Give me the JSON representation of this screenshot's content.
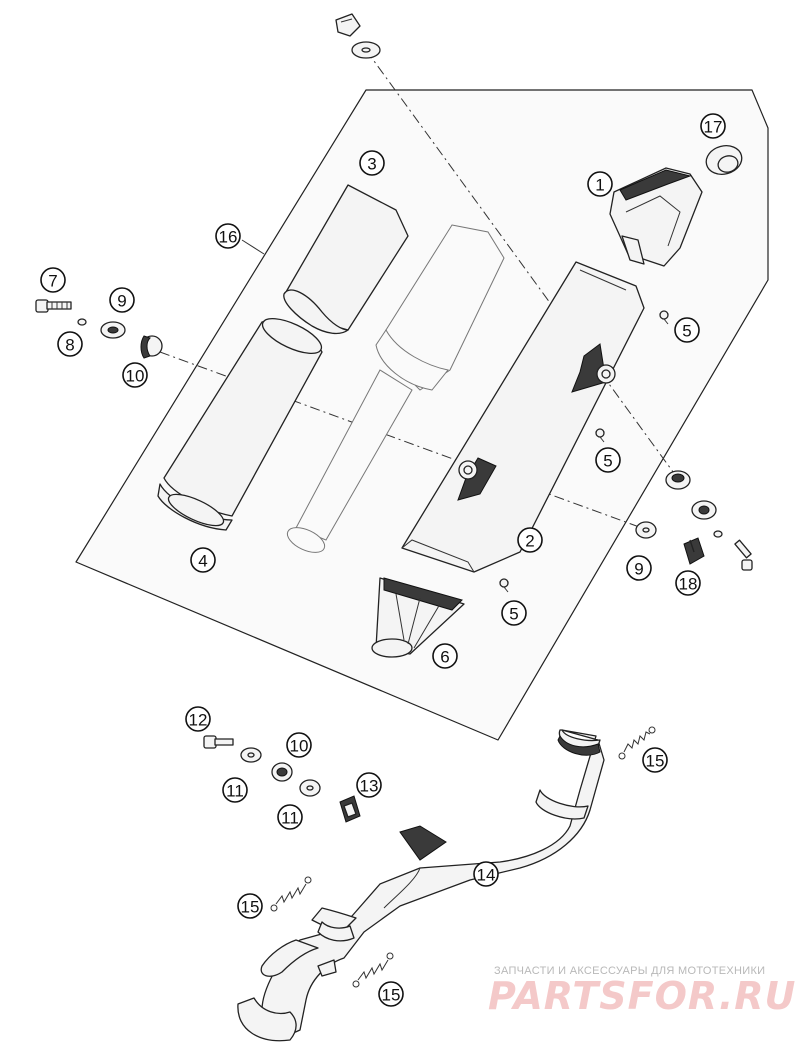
{
  "diagram": {
    "callouts": [
      {
        "id": "c1",
        "num": "1"
      },
      {
        "id": "c2",
        "num": "2"
      },
      {
        "id": "c3",
        "num": "3"
      },
      {
        "id": "c4",
        "num": "4"
      },
      {
        "id": "c5a",
        "num": "5"
      },
      {
        "id": "c5b",
        "num": "5"
      },
      {
        "id": "c5c",
        "num": "5"
      },
      {
        "id": "c6",
        "num": "6"
      },
      {
        "id": "c7",
        "num": "7"
      },
      {
        "id": "c8",
        "num": "8"
      },
      {
        "id": "c9a",
        "num": "9"
      },
      {
        "id": "c9b",
        "num": "9"
      },
      {
        "id": "c10a",
        "num": "10"
      },
      {
        "id": "c10b",
        "num": "10"
      },
      {
        "id": "c11a",
        "num": "11"
      },
      {
        "id": "c11b",
        "num": "11"
      },
      {
        "id": "c12",
        "num": "12"
      },
      {
        "id": "c13",
        "num": "13"
      },
      {
        "id": "c14",
        "num": "14"
      },
      {
        "id": "c15a",
        "num": "15"
      },
      {
        "id": "c15b",
        "num": "15"
      },
      {
        "id": "c15c",
        "num": "15"
      },
      {
        "id": "c16",
        "num": "16"
      },
      {
        "id": "c17",
        "num": "17"
      },
      {
        "id": "c18",
        "num": "18"
      }
    ]
  },
  "watermark": {
    "tagline": "ЗАПЧАСТИ И АКСЕССУАРЫ ДЛЯ МОТОТЕХНИКИ",
    "brand": "PARTSFOR.RU"
  }
}
